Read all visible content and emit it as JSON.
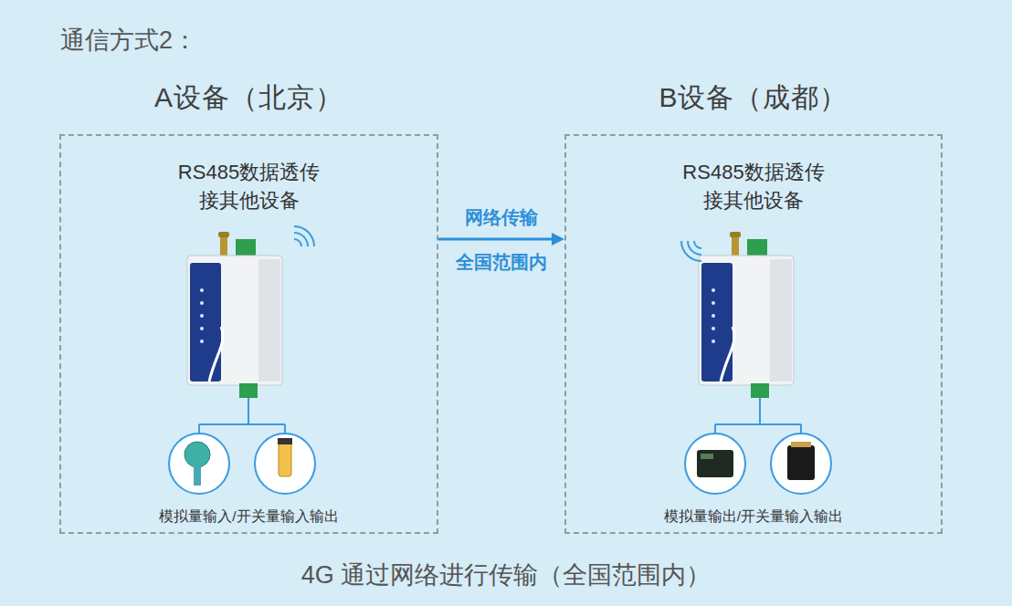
{
  "diagram": {
    "title": "通信方式2：",
    "caption": "4G 通过网络进行传输（全国范围内）",
    "nodes": [
      {
        "text": [
          "A设备（北京）",
          "RS485数据透传 接其他设备",
          "模拟量输入/开关量输入输出"
        ]
      },
      {
        "text": [
          "B设备（成都）",
          "RS485数据透传 接其他设备",
          "模拟量输出/开关量输入输出"
        ]
      }
    ],
    "edges": [
      {
        "from": 0,
        "to": 1,
        "arrow": "to",
        "label": "网络传输"
      }
    ],
    "labels": [
      "全国范围内"
    ]
  }
}
